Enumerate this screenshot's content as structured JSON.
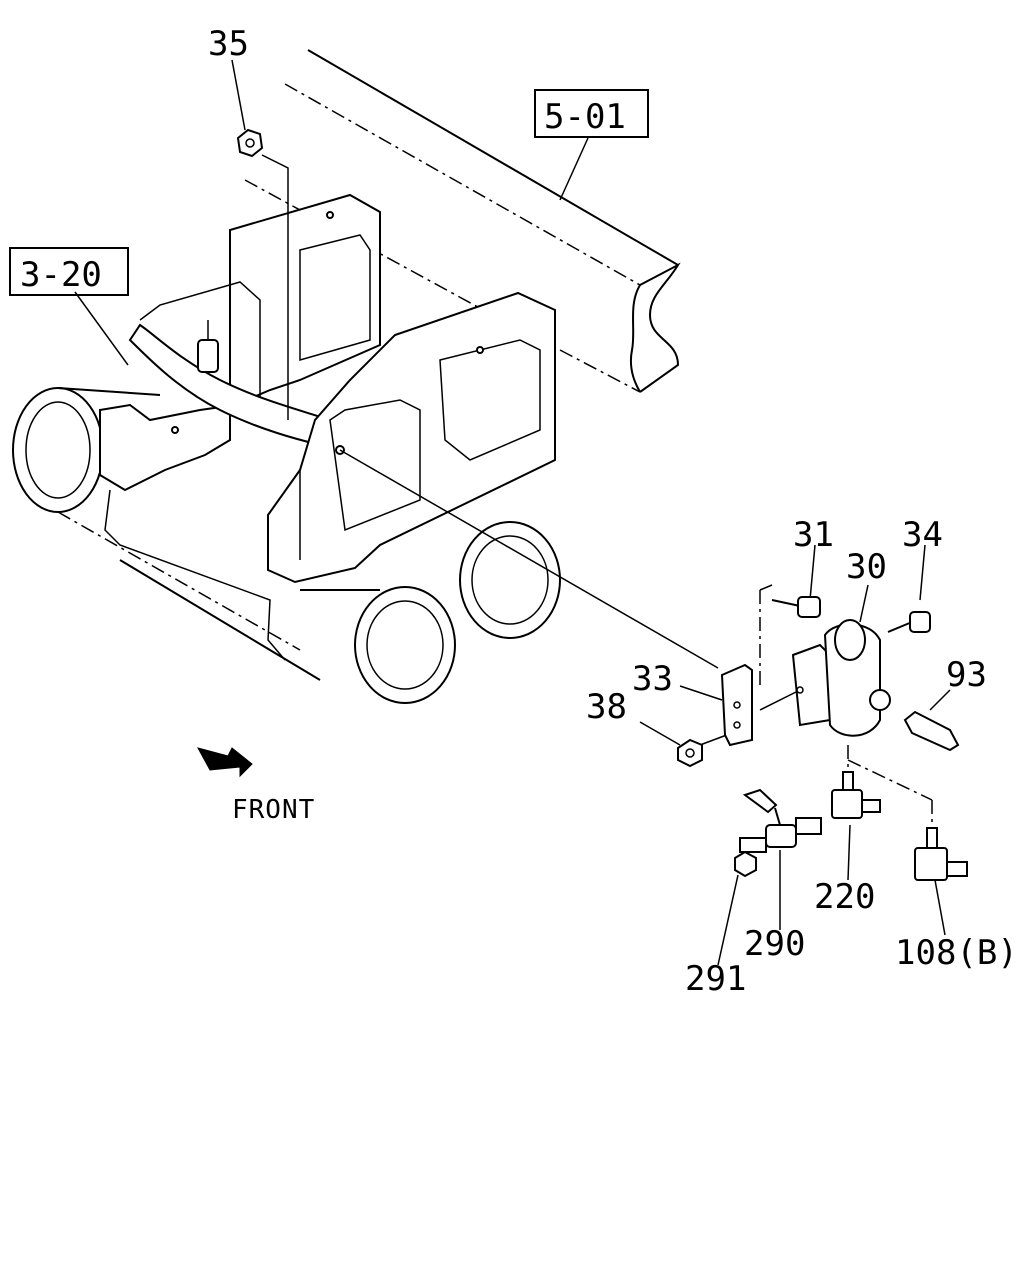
{
  "callouts": {
    "ref_5_01": "5-01",
    "ref_3_20": "3-20",
    "p35": "35",
    "p31": "31",
    "p30": "30",
    "p34": "34",
    "p33": "33",
    "p38": "38",
    "p93": "93",
    "p220": "220",
    "p290": "290",
    "p291": "291",
    "p108b": "108(B)"
  },
  "front_label": "FRONT"
}
